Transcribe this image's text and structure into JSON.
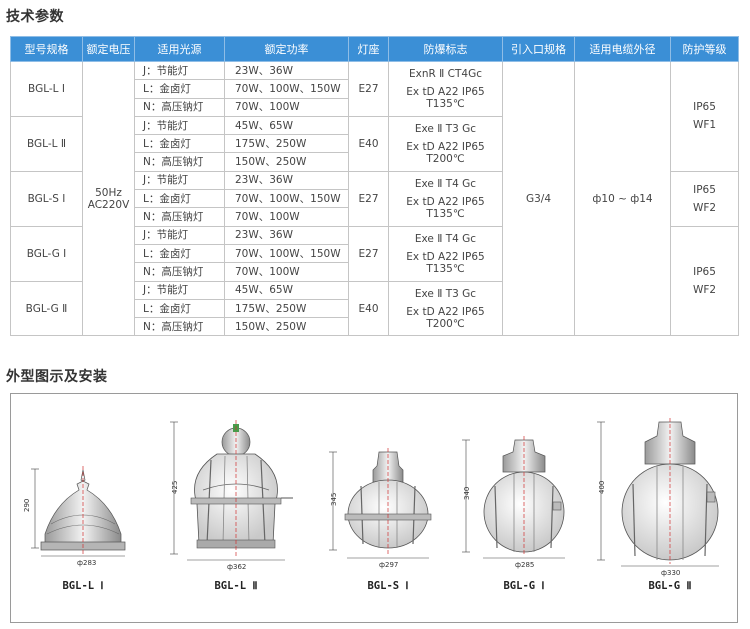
{
  "sections": {
    "tech_params": "技术参数",
    "outline": "外型图示及安装"
  },
  "table": {
    "headers": [
      "型号规格",
      "额定电压",
      "适用光源",
      "额定功率",
      "灯座",
      "防爆标志",
      "引入口规格",
      "适用电缆外径",
      "防护等级"
    ],
    "voltage_line1": "50Hz",
    "voltage_line2": "AC220V",
    "inlet": "G3/4",
    "cable": "ф10 ~ ф14",
    "models": [
      {
        "name": "BGL-L Ⅰ",
        "socket": "E27",
        "ex1": "ExnR Ⅱ CT4Gc",
        "ex2": "Ex tD A22 IP65 T135℃",
        "rows": [
          {
            "lamp": "J：节能灯",
            "power": "23W、36W"
          },
          {
            "lamp": "L：金卤灯",
            "power": "70W、100W、150W"
          },
          {
            "lamp": "N：高压钠灯",
            "power": "70W、100W"
          }
        ]
      },
      {
        "name": "BGL-L Ⅱ",
        "socket": "E40",
        "ex1": "Exe Ⅱ T3 Gc",
        "ex2": "Ex tD A22 IP65 T200℃",
        "rows": [
          {
            "lamp": "J：节能灯",
            "power": "45W、65W"
          },
          {
            "lamp": "L：金卤灯",
            "power": "175W、250W"
          },
          {
            "lamp": "N：高压钠灯",
            "power": "150W、250W"
          }
        ]
      },
      {
        "name": "BGL-S Ⅰ",
        "socket": "E27",
        "ex1": "Exe Ⅱ T4 Gc",
        "ex2": "Ex tD A22 IP65 T135℃",
        "rows": [
          {
            "lamp": "J：节能灯",
            "power": "23W、36W"
          },
          {
            "lamp": "L：金卤灯",
            "power": "70W、100W、150W"
          },
          {
            "lamp": "N：高压钠灯",
            "power": "70W、100W"
          }
        ]
      },
      {
        "name": "BGL-G Ⅰ",
        "socket": "E27",
        "ex1": "Exe Ⅱ T4 Gc",
        "ex2": "Ex tD A22 IP65 T135℃",
        "rows": [
          {
            "lamp": "J：节能灯",
            "power": "23W、36W"
          },
          {
            "lamp": "L：金卤灯",
            "power": "70W、100W、150W"
          },
          {
            "lamp": "N：高压钠灯",
            "power": "70W、100W"
          }
        ]
      },
      {
        "name": "BGL-G Ⅱ",
        "socket": "E40",
        "ex1": "Exe Ⅱ T3 Gc",
        "ex2": "Ex tD A22 IP65 T200℃",
        "rows": [
          {
            "lamp": "J：节能灯",
            "power": "45W、65W"
          },
          {
            "lamp": "L：金卤灯",
            "power": "175W、250W"
          },
          {
            "lamp": "N：高压钠灯",
            "power": "150W、250W"
          }
        ]
      }
    ],
    "protection": [
      {
        "line1": "IP65",
        "line2": "WF1"
      },
      {
        "line1": "IP65",
        "line2": "WF2"
      },
      {
        "line1": "IP65",
        "line2": "WF2"
      }
    ]
  },
  "diagrams": [
    {
      "label": "BGL-L Ⅰ",
      "height_dim": "290",
      "width_dim": "ф283"
    },
    {
      "label": "BGL-L Ⅱ",
      "height_dim": "425",
      "width_dim": "ф362"
    },
    {
      "label": "BGL-S Ⅰ",
      "height_dim": "345",
      "width_dim": "ф297"
    },
    {
      "label": "BGL-G Ⅰ",
      "height_dim": "340",
      "width_dim": "ф285"
    },
    {
      "label": "BGL-G Ⅱ",
      "height_dim": "400",
      "width_dim": "ф330"
    }
  ],
  "colors": {
    "header_bg": "#3b8fd6",
    "header_text": "#ffffff",
    "grid": "#c5c5c5",
    "centerline": "#d03030"
  }
}
